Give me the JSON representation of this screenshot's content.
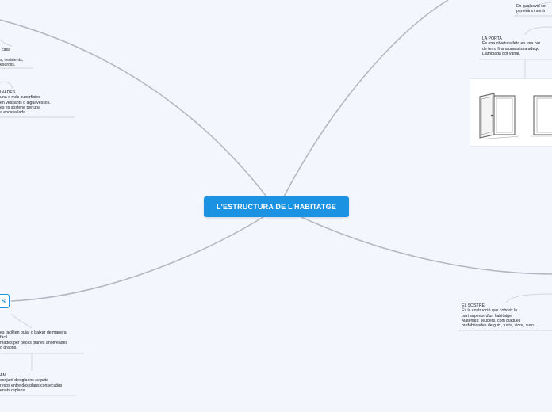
{
  "central_topic": "L'ESTRUCTURA DE L'HABITATGE",
  "branch_left_bottom": "S",
  "notes": {
    "casa_top": "casa",
    "casa_body": "s, resistents,\nesorolls.",
    "terrat": "INADES\nuna o més superfícies\nen vessants o aiguavessos.\nes es sostene per una\na encavallada.",
    "escales_body": "es faciliten pujar o baixar de manera\nfàcil.\nmades per peces planes anomeades\no graons.",
    "tram": "AM\nconjunt d'esglaons seguits\nresos entre dos plans consecutius\nenats replans.",
    "sortida": "En qualsevol cor\nper entra i sortir",
    "porta": "LA PORTA\nÉs una obertura feta en una par\nde terra fins a una altura adequ\nL'amplada pot variar.",
    "sostre": "EL SOSTRE\nÉs la costrucció que cobreix la\npart superior d'un habitatge.\nMaterials: lleugers, com plaques\nprefabricades de guix, fusta, vidre, suro..."
  },
  "colors": {
    "background": "#f3f6fd",
    "central": "#1b92e2",
    "branch_line": "#b4b7c2",
    "underline": "#d3d6de"
  },
  "icons": [
    "door-illustration"
  ]
}
